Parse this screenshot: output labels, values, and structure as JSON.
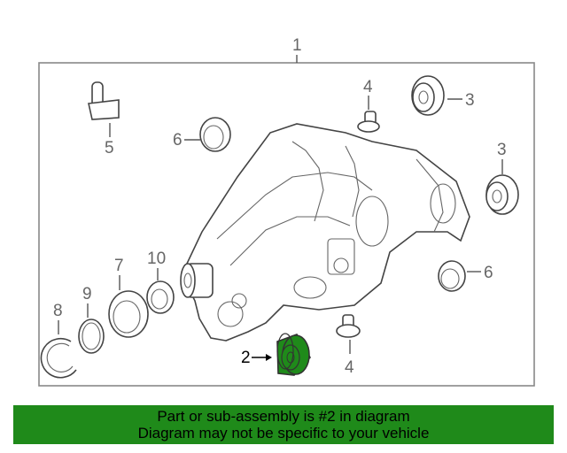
{
  "diagram": {
    "callouts": {
      "assembly": "1",
      "bushing_highlighted": "2",
      "mount_top_right": "3",
      "mount_right": "3",
      "vent_top": "4",
      "vent_bottom": "4",
      "sensor": "5",
      "seal_left": "6",
      "seal_right": "6",
      "snap_ring": "8",
      "oring": "9",
      "seal_7": "7",
      "seal_10": "10"
    },
    "highlight_color": "#1f8a1a"
  },
  "banner": {
    "line1": "Part or sub-assembly is #2 in diagram",
    "line2": "Diagram may not be specific to your vehicle",
    "background": "#1f8a1a"
  }
}
